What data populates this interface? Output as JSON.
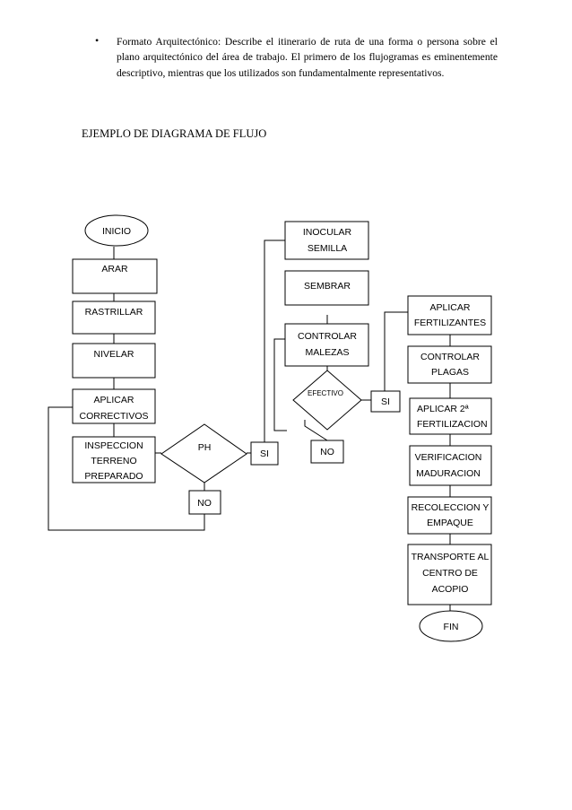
{
  "document": {
    "bullet_text": "Formato Arquitectónico: Describe el itinerario de ruta de una forma o persona sobre el plano arquitectónico del área de trabajo. El primero de los flujogramas es eminentemente descriptivo, mientras que los utilizados son fundamentalmente representativos.",
    "heading": "EJEMPLO DE DIAGRAMA DE FLUJO"
  },
  "flowchart": {
    "inicio": "INICIO",
    "arar": "ARAR",
    "rastrillar": "RASTRILLAR",
    "nivelar": "NIVELAR",
    "aplicar_correctivos": [
      "APLICAR",
      "CORRECTIVOS"
    ],
    "inspeccion": [
      "INSPECCION",
      "TERRENO",
      "PREPARADO"
    ],
    "ph": "PH",
    "ph_no": "NO",
    "ph_si": "SI",
    "inocular": [
      "INOCULAR",
      "SEMILLA"
    ],
    "sembrar": "SEMBRAR",
    "controlar_malezas": [
      "CONTROLAR",
      "MALEZAS"
    ],
    "efectivo": "EFECTIVO",
    "efectivo_no": "NO",
    "efectivo_si": "SI",
    "aplicar_fertilizantes": [
      "APLICAR",
      "FERTILIZANTES"
    ],
    "controlar_plagas": [
      "CONTROLAR",
      "PLAGAS"
    ],
    "aplicar_2a": [
      "APLICAR 2ª",
      "FERTILIZACION"
    ],
    "verificacion": [
      "VERIFICACION",
      "MADURACION"
    ],
    "recoleccion": [
      "RECOLECCION Y",
      "EMPAQUE"
    ],
    "transporte": [
      "TRANSPORTE AL",
      "CENTRO DE",
      "ACOPIO"
    ],
    "fin": "FIN"
  }
}
